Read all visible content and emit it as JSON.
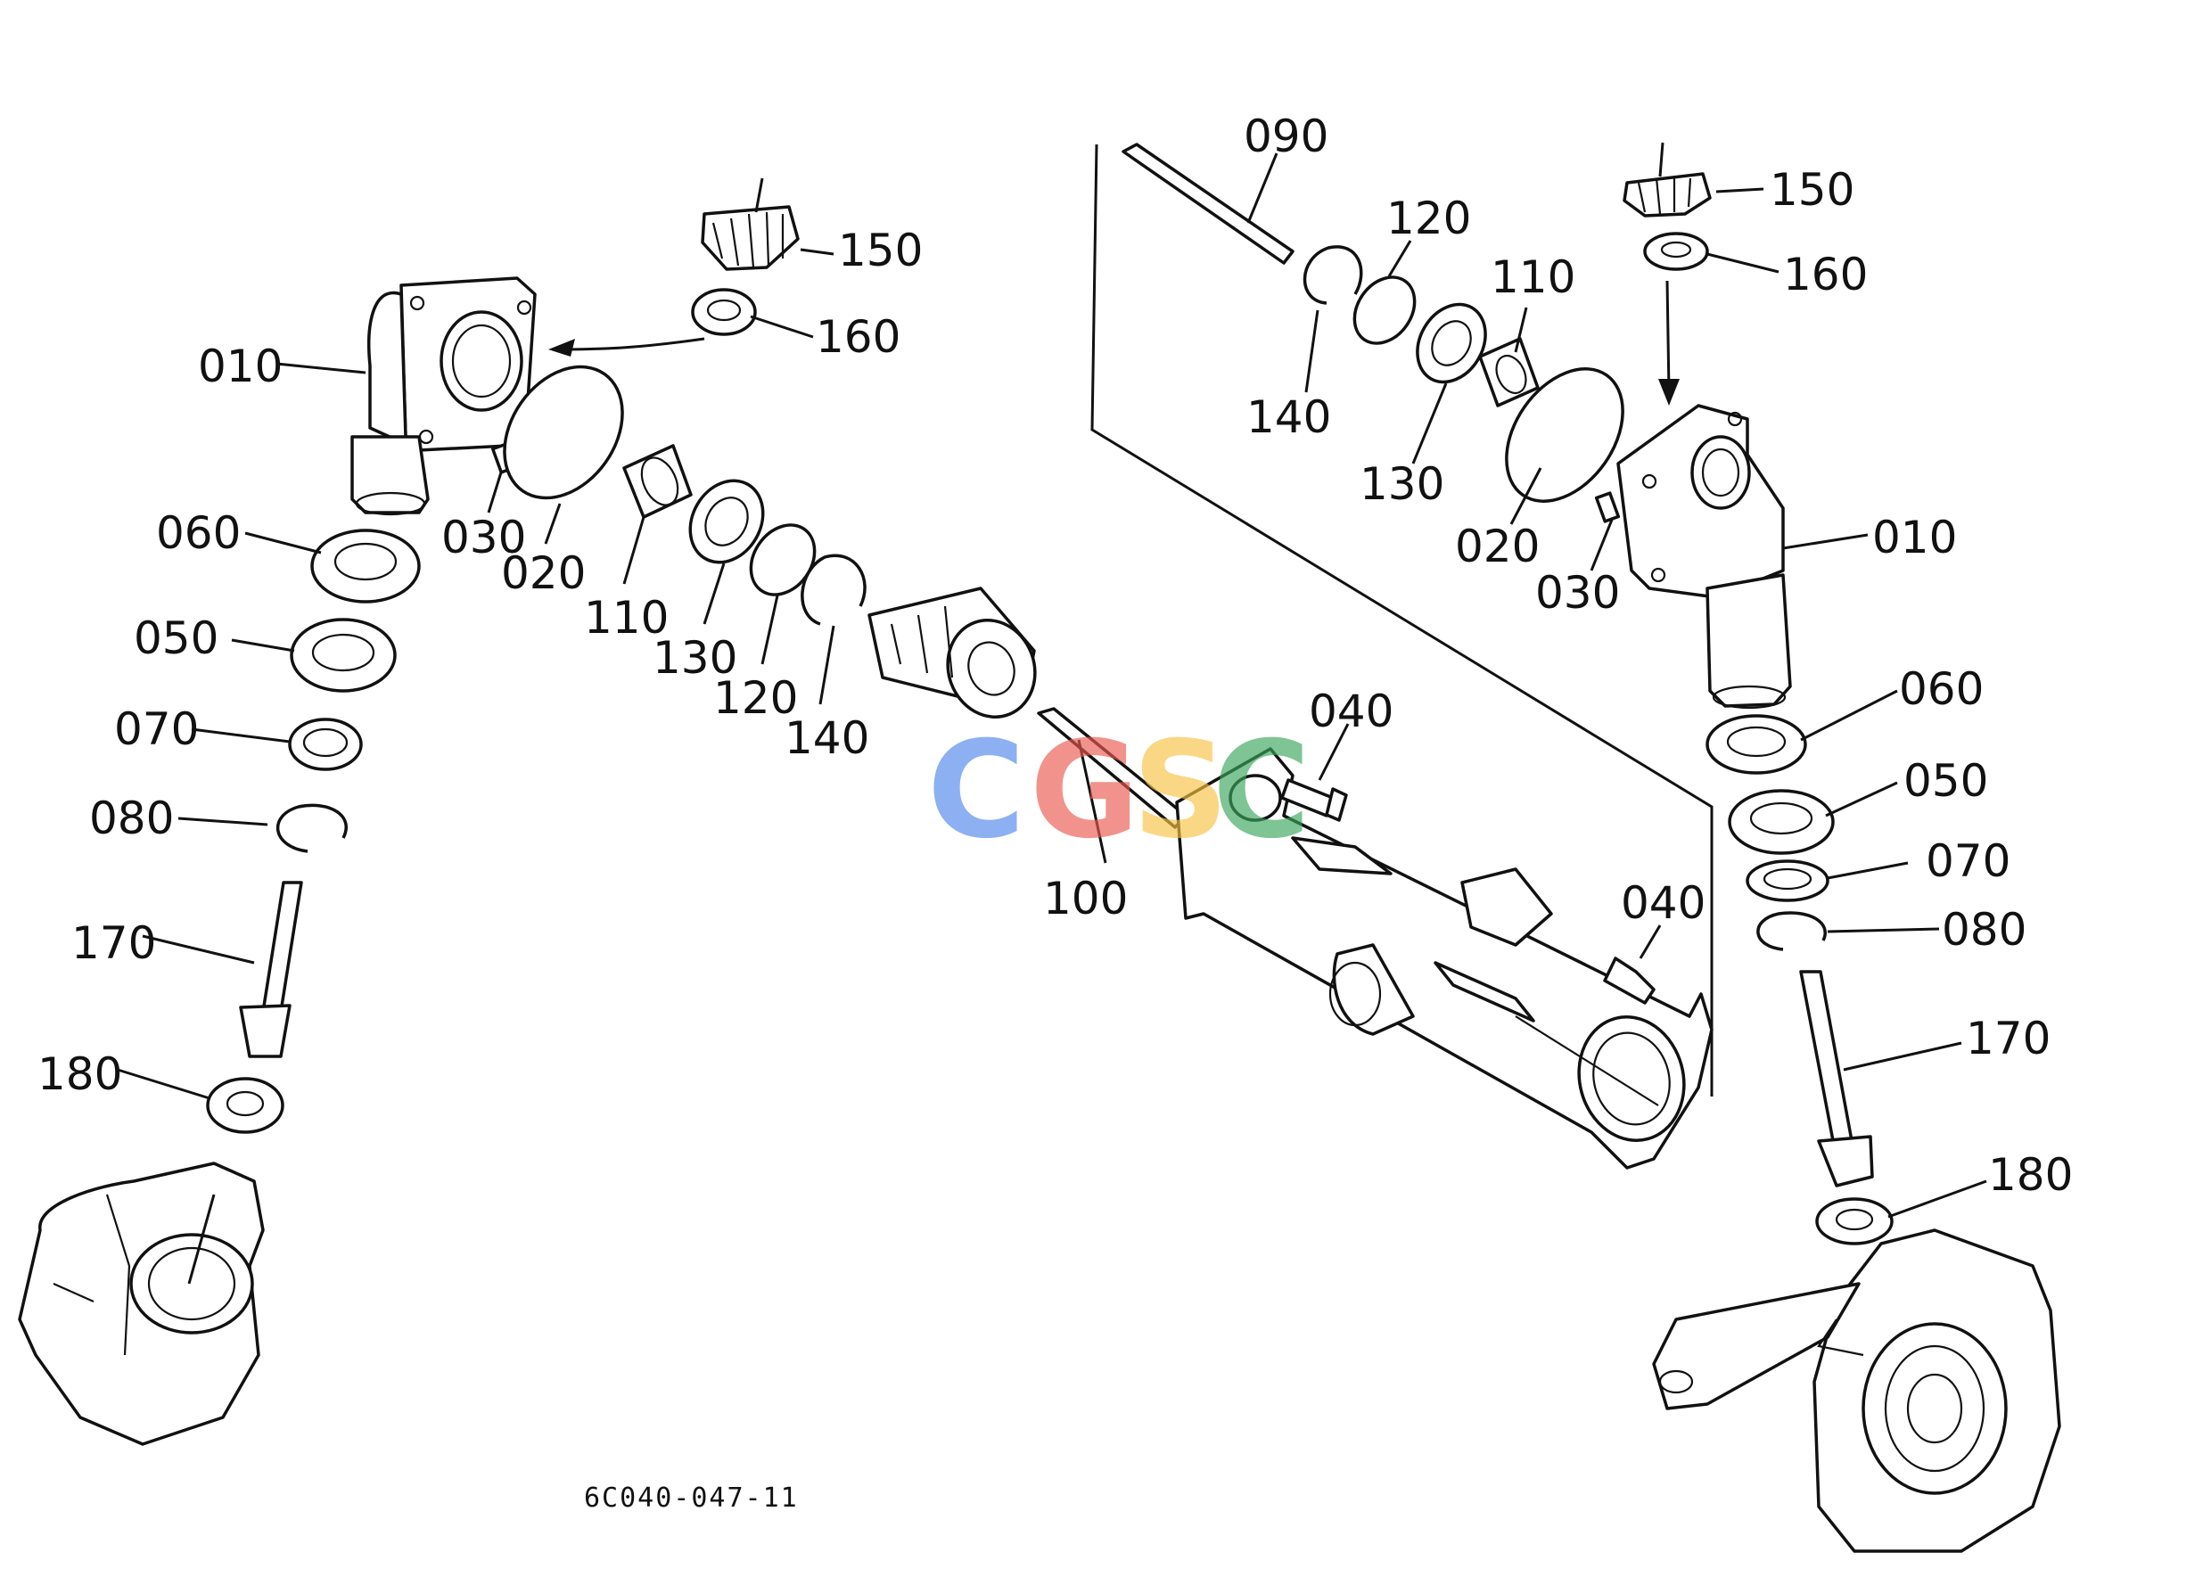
{
  "diagram": {
    "drawing_code": "6C040-047-11",
    "watermark": "CGSC",
    "callouts": {
      "left": [
        "010",
        "150",
        "160",
        "030",
        "020",
        "110",
        "130",
        "120",
        "140",
        "060",
        "050",
        "070",
        "080",
        "170",
        "180"
      ],
      "center": [
        "040",
        "100"
      ],
      "right": [
        "090",
        "120",
        "110",
        "150",
        "160",
        "140",
        "130",
        "020",
        "030",
        "010",
        "060",
        "050",
        "070",
        "080",
        "170",
        "180",
        "040"
      ]
    }
  },
  "colors": {
    "line": "#111111",
    "background": "#ffffff",
    "watermark_c": "#4f86ec",
    "watermark_g": "#ea5a4f",
    "watermark_s": "#f6c344",
    "watermark_c2": "#3aa55c"
  }
}
